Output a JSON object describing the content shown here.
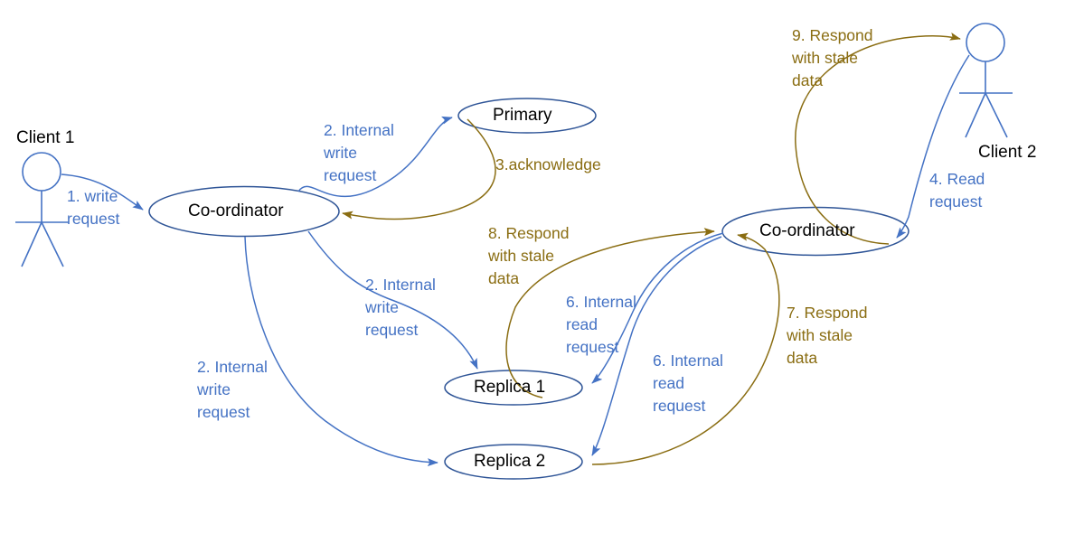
{
  "diagram": {
    "title": "Quorum replication read/write flow with stale data",
    "colors": {
      "blue": "#4472c4",
      "gold": "#8a6d12",
      "node_text": "#000000",
      "background": "#ffffff"
    },
    "nodes": [
      {
        "id": "coordinator-left",
        "label": "Co-ordinator",
        "shape": "ellipse"
      },
      {
        "id": "coordinator-right",
        "label": "Co-ordinator",
        "shape": "ellipse"
      },
      {
        "id": "primary",
        "label": "Primary",
        "shape": "ellipse"
      },
      {
        "id": "replica-1",
        "label": "Replica 1",
        "shape": "ellipse"
      },
      {
        "id": "replica-2",
        "label": "Replica 2",
        "shape": "ellipse"
      }
    ],
    "actors": [
      {
        "id": "client-1",
        "label": "Client 1"
      },
      {
        "id": "client-2",
        "label": "Client 2"
      }
    ],
    "edges": [
      {
        "id": "e1",
        "step": "1",
        "label": "1. write\nrequest",
        "color": "blue",
        "from": "client-1",
        "to": "coordinator-left"
      },
      {
        "id": "e2a",
        "step": "2",
        "label": "2. Internal\nwrite\nrequest",
        "color": "blue",
        "from": "coordinator-left",
        "to": "primary"
      },
      {
        "id": "e3",
        "step": "3",
        "label": "3.acknowledge",
        "color": "gold",
        "from": "primary",
        "to": "coordinator-left"
      },
      {
        "id": "e2b",
        "step": "2",
        "label": "2. Internal\nwrite\nrequest",
        "color": "blue",
        "from": "coordinator-left",
        "to": "replica-1"
      },
      {
        "id": "e2c",
        "step": "2",
        "label": "2. Internal\nwrite\nrequest",
        "color": "blue",
        "from": "coordinator-left",
        "to": "replica-2"
      },
      {
        "id": "e4",
        "step": "4",
        "label": "4. Read\nrequest",
        "color": "blue",
        "from": "client-2",
        "to": "coordinator-right"
      },
      {
        "id": "e6a",
        "step": "6",
        "label": "6. Internal\nread\nrequest",
        "color": "blue",
        "from": "coordinator-right",
        "to": "replica-1"
      },
      {
        "id": "e6b",
        "step": "6",
        "label": "6. Internal\nread\nrequest",
        "color": "blue",
        "from": "coordinator-right",
        "to": "replica-2"
      },
      {
        "id": "e7",
        "step": "7",
        "label": "7. Respond\nwith stale\ndata",
        "color": "gold",
        "from": "replica-2",
        "to": "coordinator-right"
      },
      {
        "id": "e8",
        "step": "8",
        "label": "8. Respond\nwith stale\ndata",
        "color": "gold",
        "from": "replica-1",
        "to": "coordinator-right"
      },
      {
        "id": "e9",
        "step": "9",
        "label": "9. Respond\nwith stale\ndata",
        "color": "gold",
        "from": "coordinator-right",
        "to": "client-2"
      }
    ],
    "labels": {
      "client1": "Client 1",
      "client2": "Client 2",
      "coordinator_left": "Co-ordinator",
      "coordinator_right": "Co-ordinator",
      "primary": "Primary",
      "replica1": "Replica 1",
      "replica2": "Replica 2",
      "e1_l1": "1. write",
      "e1_l2": "request",
      "e2a_l1": "2. Internal",
      "e2a_l2": "write",
      "e2a_l3": "request",
      "e3_l1": "3.acknowledge",
      "e2b_l1": "2. Internal",
      "e2b_l2": "write",
      "e2b_l3": "request",
      "e2c_l1": "2. Internal",
      "e2c_l2": "write",
      "e2c_l3": "request",
      "e4_l1": "4. Read",
      "e4_l2": "request",
      "e6a_l1": "6. Internal",
      "e6a_l2": "read",
      "e6a_l3": "request",
      "e6b_l1": "6. Internal",
      "e6b_l2": "read",
      "e6b_l3": "request",
      "e7_l1": "7. Respond",
      "e7_l2": "with stale",
      "e7_l3": "data",
      "e8_l1": "8. Respond",
      "e8_l2": "with stale",
      "e8_l3": "data",
      "e9_l1": "9. Respond",
      "e9_l2": "with stale",
      "e9_l3": "data"
    }
  }
}
